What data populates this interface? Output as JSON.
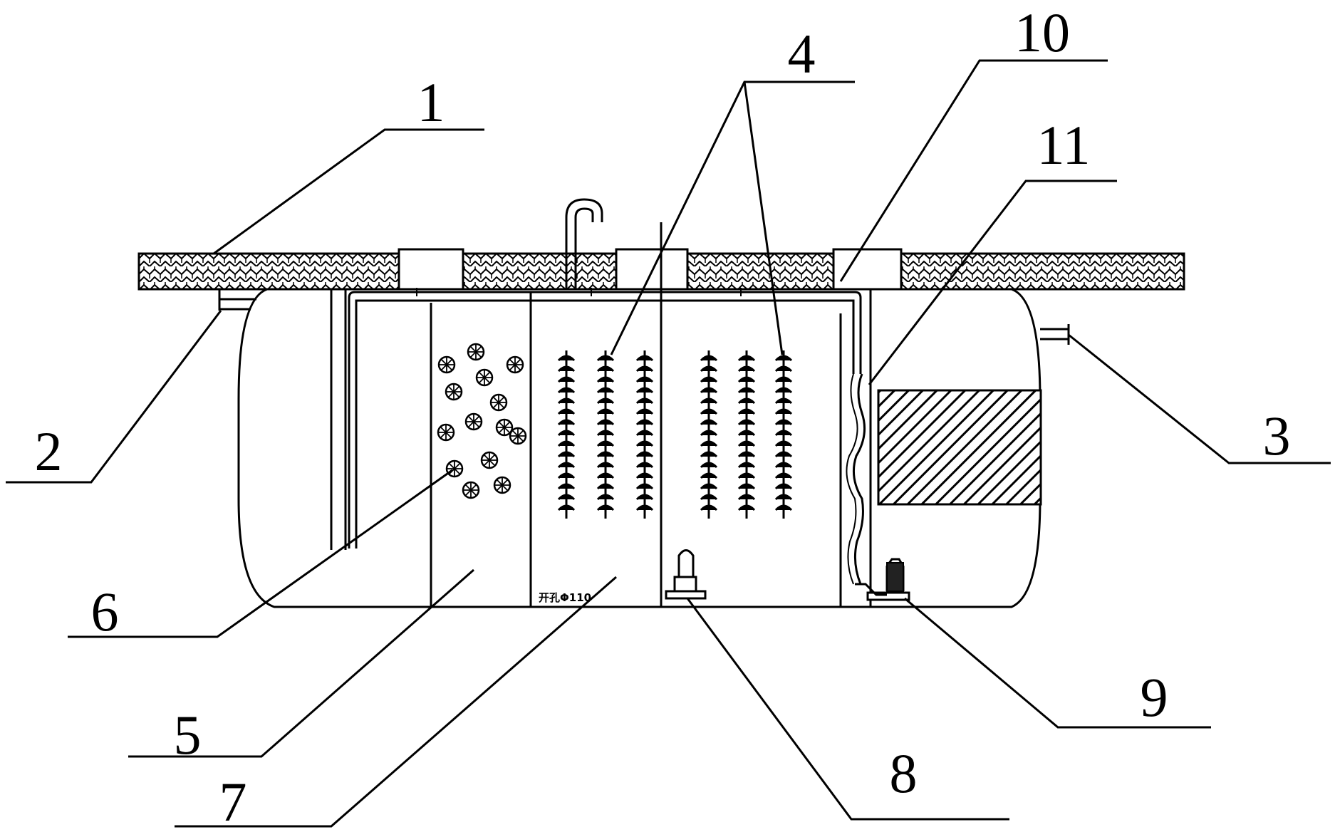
{
  "diagram": {
    "stroke_color": "#000000",
    "background": "#ffffff",
    "callouts": [
      {
        "id": "c1",
        "text": "1"
      },
      {
        "id": "c2",
        "text": "2"
      },
      {
        "id": "c3",
        "text": "3"
      },
      {
        "id": "c4",
        "text": "4"
      },
      {
        "id": "c5",
        "text": "5"
      },
      {
        "id": "c6",
        "text": "6"
      },
      {
        "id": "c7",
        "text": "7"
      },
      {
        "id": "c8",
        "text": "8"
      },
      {
        "id": "c9",
        "text": "9"
      },
      {
        "id": "c10",
        "text": "10"
      },
      {
        "id": "c11",
        "text": "11"
      }
    ],
    "hole_note": "开孔Φ110"
  }
}
